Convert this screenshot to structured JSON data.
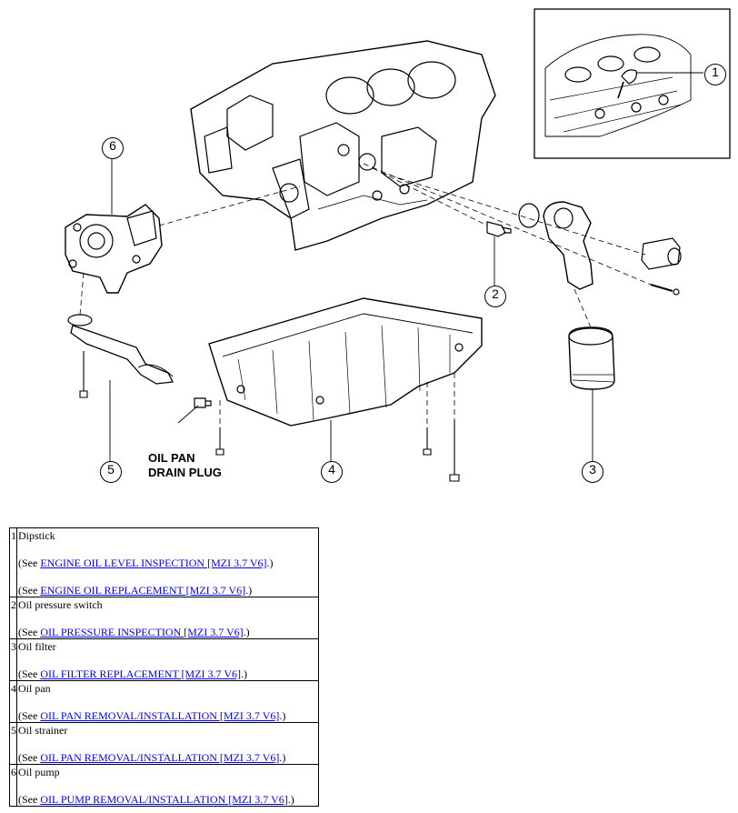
{
  "diagram": {
    "callouts": [
      "1",
      "2",
      "3",
      "4",
      "5",
      "6"
    ],
    "drain_plug_label": [
      "OIL PAN",
      "DRAIN PLUG"
    ]
  },
  "parts": [
    {
      "num": "1",
      "name": "Dipstick",
      "refs": [
        {
          "prefix": "(See ",
          "link": "ENGINE OIL LEVEL INSPECTION [MZI 3.7 V6]",
          "suffix": ".)"
        },
        {
          "prefix": "(See ",
          "link": "ENGINE OIL REPLACEMENT [MZI 3.7 V6]",
          "suffix": ".)"
        }
      ]
    },
    {
      "num": "2",
      "name": "Oil pressure switch",
      "refs": [
        {
          "prefix": "(See ",
          "link": "OIL PRESSURE INSPECTION [MZI 3.7 V6]",
          "suffix": ".)"
        }
      ]
    },
    {
      "num": "3",
      "name": "Oil filter",
      "refs": [
        {
          "prefix": "(See ",
          "link": "OIL FILTER REPLACEMENT [MZI 3.7 V6]",
          "suffix": ".)"
        }
      ]
    },
    {
      "num": "4",
      "name": "Oil pan",
      "refs": [
        {
          "prefix": "(See ",
          "link": "OIL PAN REMOVAL/INSTALLATION [MZI 3.7 V6]",
          "suffix": ".)"
        }
      ]
    },
    {
      "num": "5",
      "name": "Oil strainer",
      "refs": [
        {
          "prefix": "(See ",
          "link": "OIL PAN REMOVAL/INSTALLATION [MZI 3.7 V6]",
          "suffix": ".)"
        }
      ]
    },
    {
      "num": "6",
      "name": "Oil pump",
      "refs": [
        {
          "prefix": "(See ",
          "link": "OIL PUMP REMOVAL/INSTALLATION [MZI 3.7 V6]",
          "suffix": ".)"
        }
      ]
    }
  ]
}
